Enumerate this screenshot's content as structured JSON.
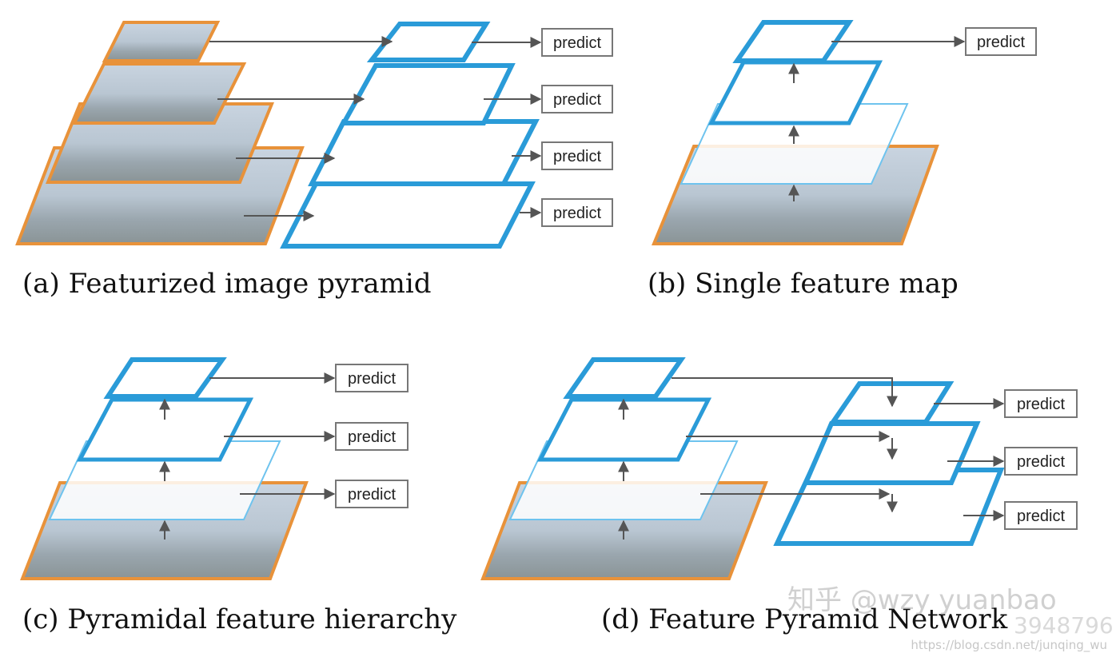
{
  "colors": {
    "image_border": "#e8923a",
    "feature_blue": "#2a9bd8",
    "feature_light": "#6ec3ee",
    "arrow": "#555555",
    "box_border": "#777777"
  },
  "predict_label": "predict",
  "panels": {
    "a": {
      "caption": "(a) Featurized image pyramid"
    },
    "b": {
      "caption": "(b) Single feature map"
    },
    "c": {
      "caption": "(c) Pyramidal feature hierarchy"
    },
    "d": {
      "caption": "(d) Feature Pyramid Network"
    }
  },
  "watermark": {
    "zhihu": "知乎 @wzy yuanbao",
    "digits": "3948796",
    "url": "https://blog.csdn.net/junqing_wu"
  }
}
